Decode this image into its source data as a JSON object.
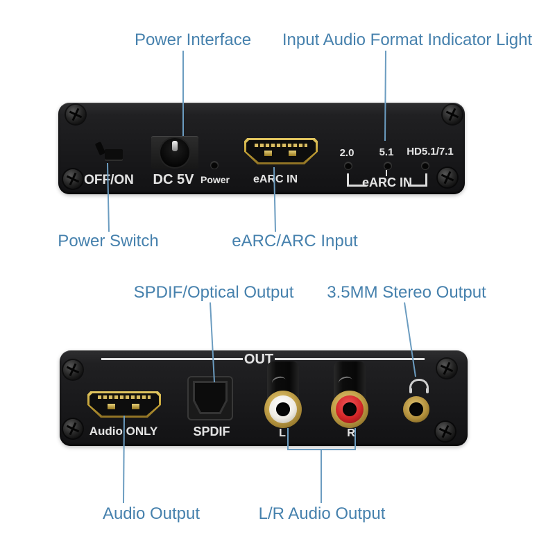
{
  "colors": {
    "annotation_text": "#4681ad",
    "annotation_line": "#6b9cc0",
    "panel": "#1c1c1e",
    "panel_text": "#e3e3e3",
    "hdmi_gold": "#c2a035",
    "rca_red": "#d22627",
    "rca_white": "#efece4",
    "connector_gold": "#b3903c"
  },
  "top_view": {
    "callouts": {
      "power_interface": "Power Interface",
      "indicator_light": "Input Audio Format Indicator Light",
      "power_switch": "Power Switch",
      "earc_input": "eARC/ARC Input"
    },
    "panel": {
      "switch": "OFF/ON",
      "dc": "DC 5V",
      "power_led": "Power",
      "hdmi": "eARC IN",
      "leds": [
        {
          "label": "2.0"
        },
        {
          "label": "5.1"
        },
        {
          "label": "HD5.1/7.1"
        }
      ],
      "bracket": "eARC IN"
    }
  },
  "bottom_view": {
    "callouts": {
      "spdif": "SPDIF/Optical Output",
      "stereo": "3.5MM Stereo Output",
      "audio_output": "Audio Output",
      "lr_output": "L/R Audio Output"
    },
    "panel": {
      "out": "OUT",
      "hdmi": "Audio ONLY",
      "spdif": "SPDIF",
      "rca_left": "L",
      "rca_right": "R"
    }
  }
}
